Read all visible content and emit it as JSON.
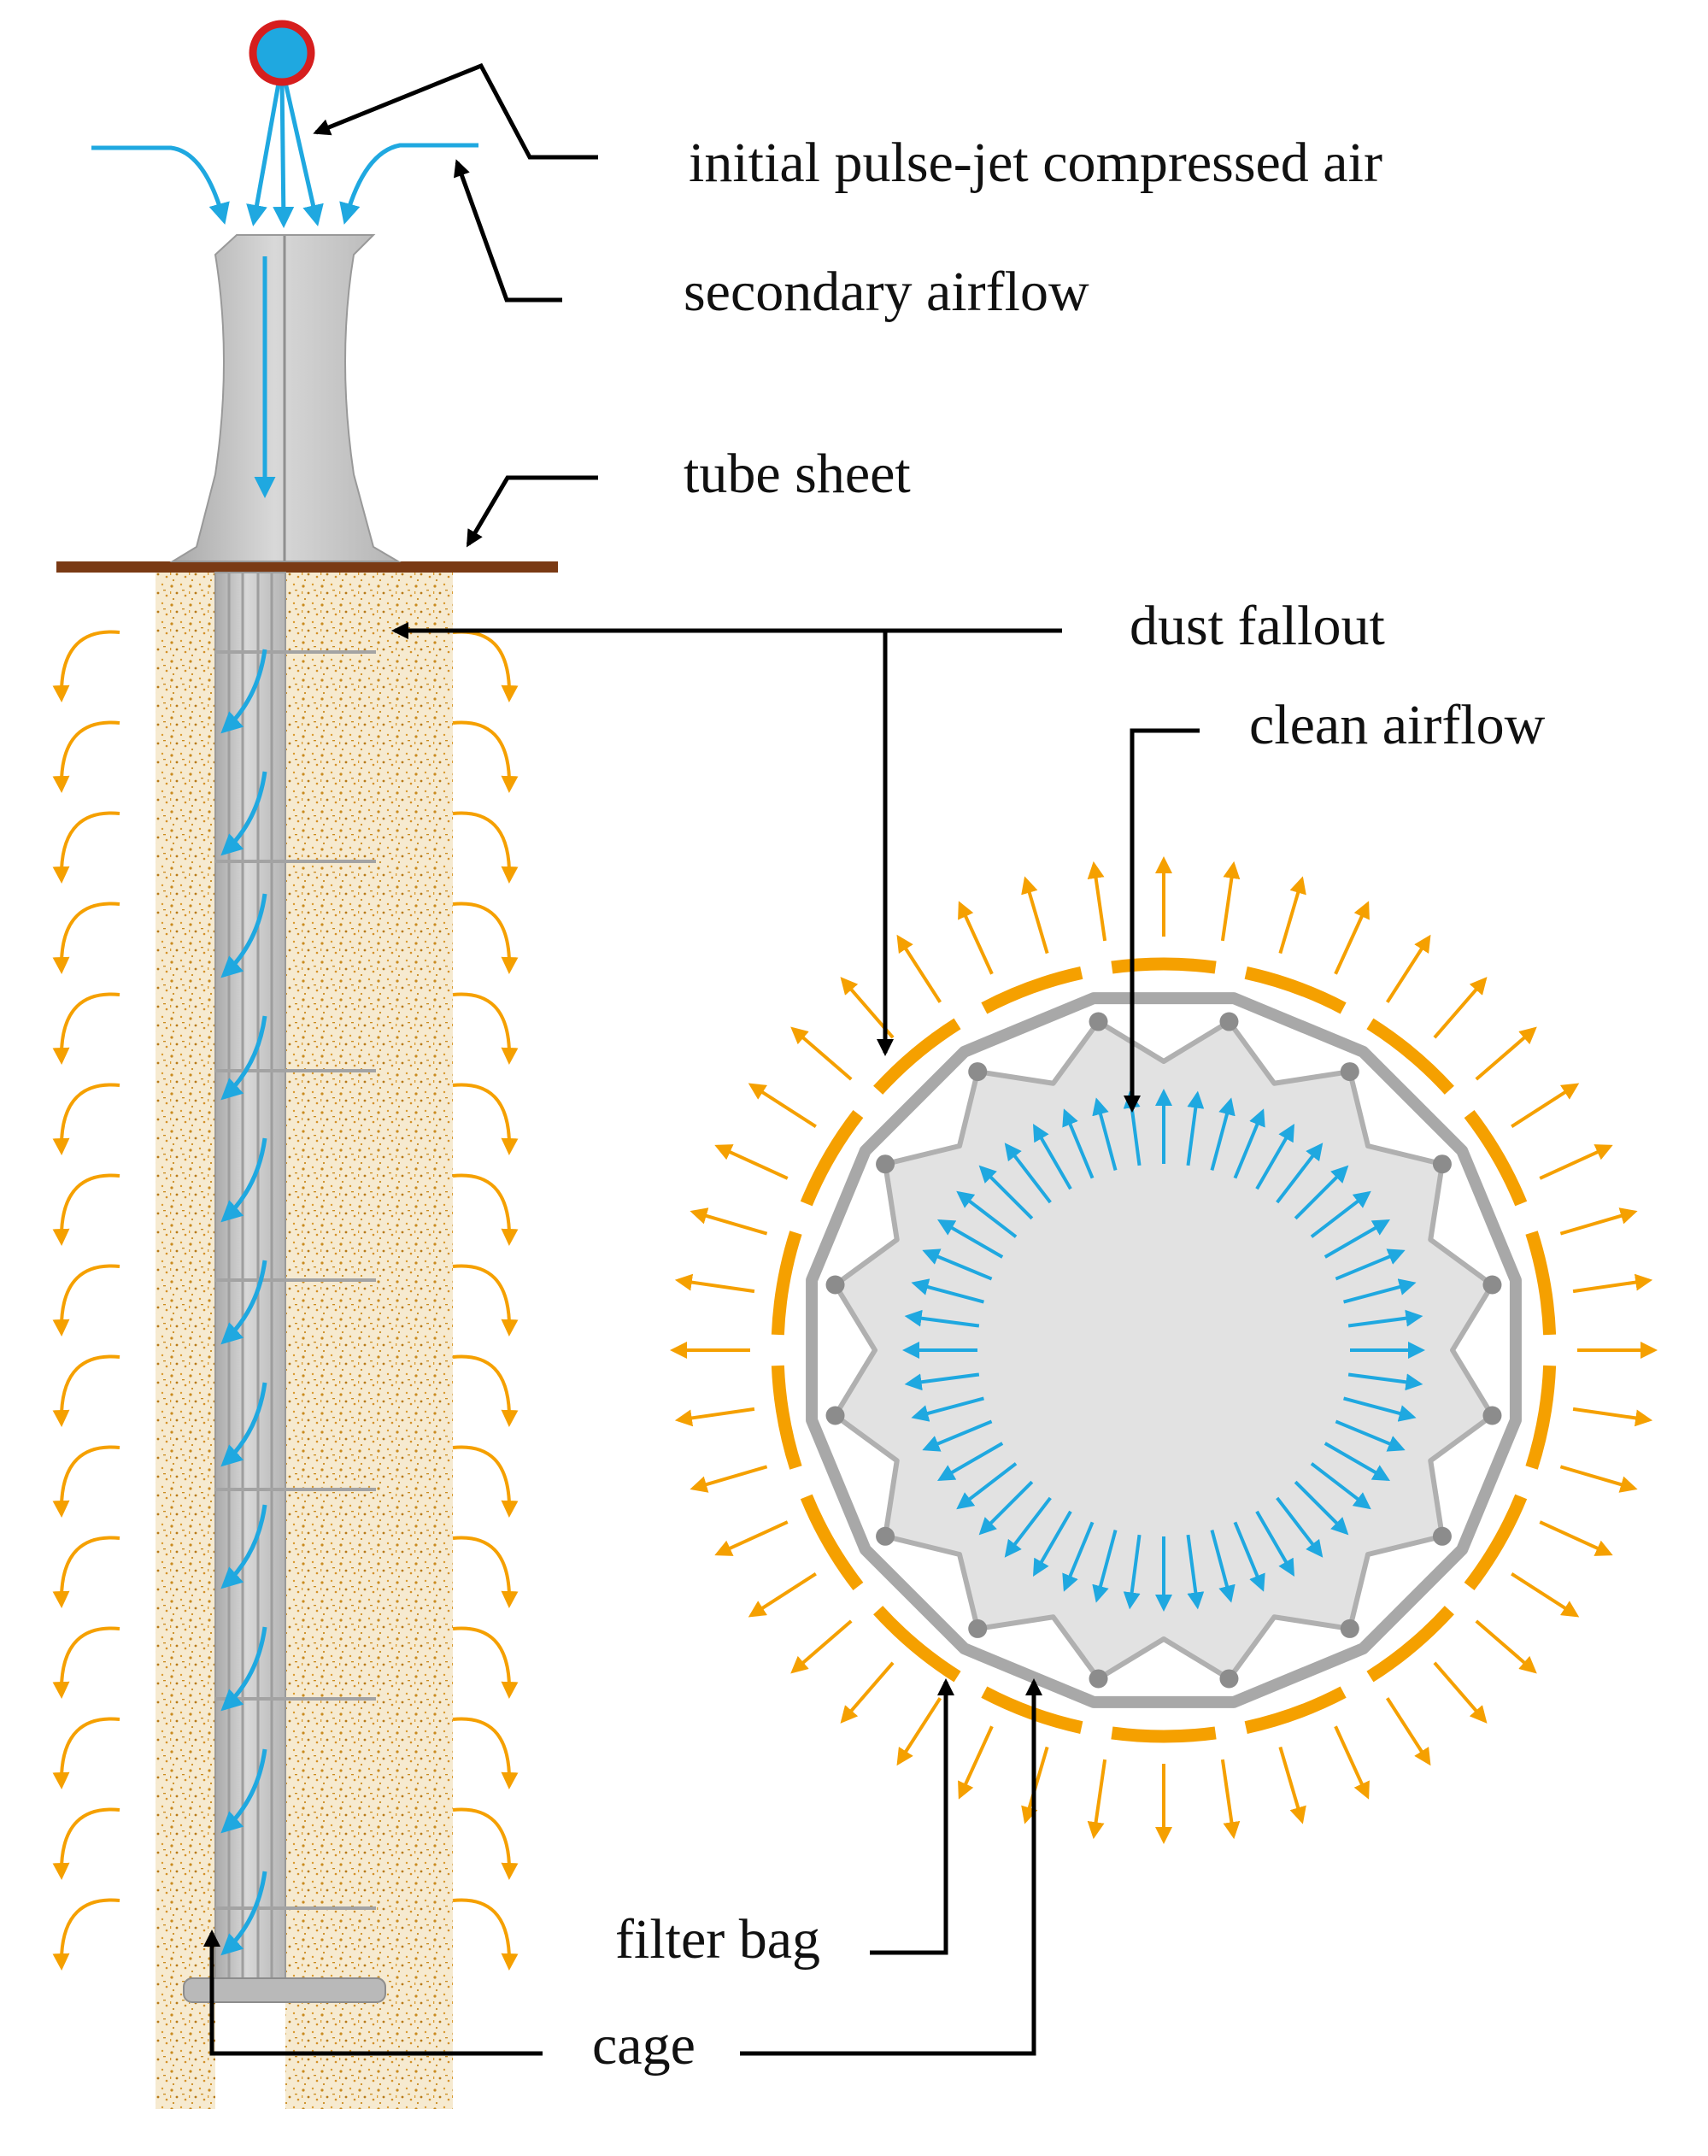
{
  "labels": {
    "initial_pulse_jet": "initial pulse-jet compressed air",
    "secondary_airflow": "secondary airflow",
    "tube_sheet": "tube sheet",
    "dust_fallout": "dust fallout",
    "clean_airflow": "clean airflow",
    "filter_bag": "filter bag",
    "cage": "cage"
  },
  "colors": {
    "compressed_air": "#1fa8e0",
    "dust_flow": "#f5a000",
    "dust_layer": "#e7cf9a",
    "tube_sheet": "#7a3a14",
    "metal": "#c4c4c4",
    "cage_ring": "#a8a8a8",
    "pointer": "#000000",
    "nozzle_outline": "#d61e1e"
  },
  "cross_section": {
    "cage_wires": 16,
    "outer_dust_arrows": 44,
    "inner_air_arrows": 48
  }
}
